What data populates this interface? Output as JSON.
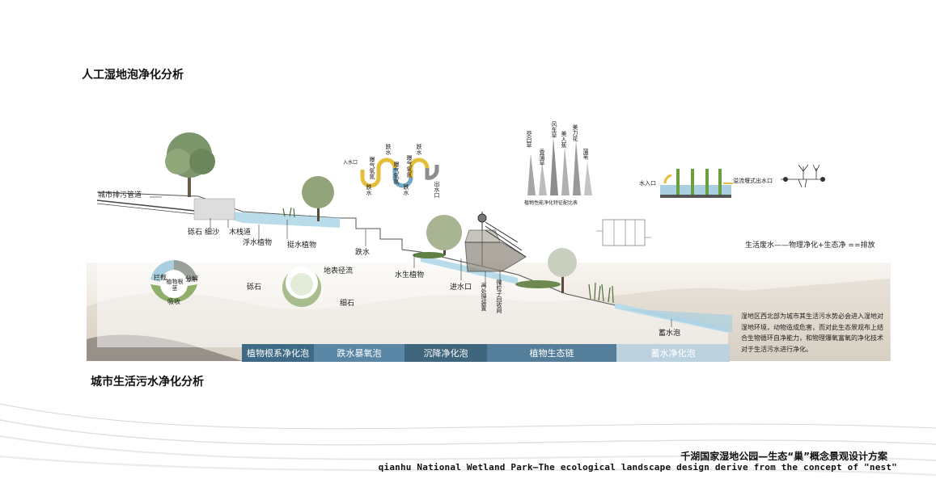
{
  "titles": {
    "top": "人工湿地泡净化分析",
    "bottom": "城市生活污水净化分析"
  },
  "section_labels": {
    "pipe": "城市排污管道",
    "gravel": "砾石",
    "fine_sand": "细沙",
    "boardwalk": "木栈道",
    "floating_plants": "浮水植物",
    "emergent_plants": "挺水植物",
    "drop": "跌水",
    "aquatic_plants": "水生植物",
    "inlet": "进水口",
    "sediment_device": "再处理装置",
    "particle_recycle": "微粒子回收网",
    "storage_pond": "蓄水泡",
    "surface_runoff": "地表径流",
    "gravel2": "砾石",
    "fine_gravel": "细石"
  },
  "ring_diagram": {
    "intercept": "拦截",
    "decompose": "分解",
    "plant_roots": "植物根茎",
    "absorb": "吸收"
  },
  "process_text": "生活废水——物理净化+生态净 ==排放",
  "wave_labels": {
    "inlet": "入水口",
    "aerate1": "曝气氧氮",
    "drop1": "跌水",
    "drop2": "跌水",
    "aerate2": "曝气氧氮",
    "drop3": "跌水",
    "aerate3": "曝气氧氮",
    "drop4": "跌水",
    "outlet": "出水口"
  },
  "plant_chart": {
    "caption": "植物性能净化特征配比表",
    "labels": [
      "茭白草",
      "香蒲草",
      "风车草",
      "美人蕉",
      "美力花",
      "蒲苇"
    ]
  },
  "flow_diagram": {
    "inlet": "水入口",
    "outlet": "溢流堰式出水口"
  },
  "bands": [
    {
      "label": "植物根系净化泡",
      "color": "#3f6a85"
    },
    {
      "label": "跌水暴氧泡",
      "color": "#5a87a5"
    },
    {
      "label": "沉降净化泡",
      "color": "#40667e"
    },
    {
      "label": "植物生态链",
      "color": "#547e99"
    },
    {
      "label": "蓄水净化泡",
      "color": "#bcd2df"
    }
  ],
  "description": "湿地区西北部为城市其生活污水势必会进入湿地对湿地环境，动物造成危害，而对此生态景观布上结合生物循环自净能力，和物理爆氧富氧的净化技术对于生活污水进行净化。",
  "footer": {
    "cn": "千湖国家湿地公园—生态“巢”概念景观设计方案",
    "en": "qianhu National Wetland Park—The ecological landscape design derive from the concept of \"nest\""
  },
  "colors": {
    "water": "#b9dcea",
    "green": "#7eab55",
    "yellow": "#e6bf3a",
    "gray": "#8d8d8d"
  }
}
